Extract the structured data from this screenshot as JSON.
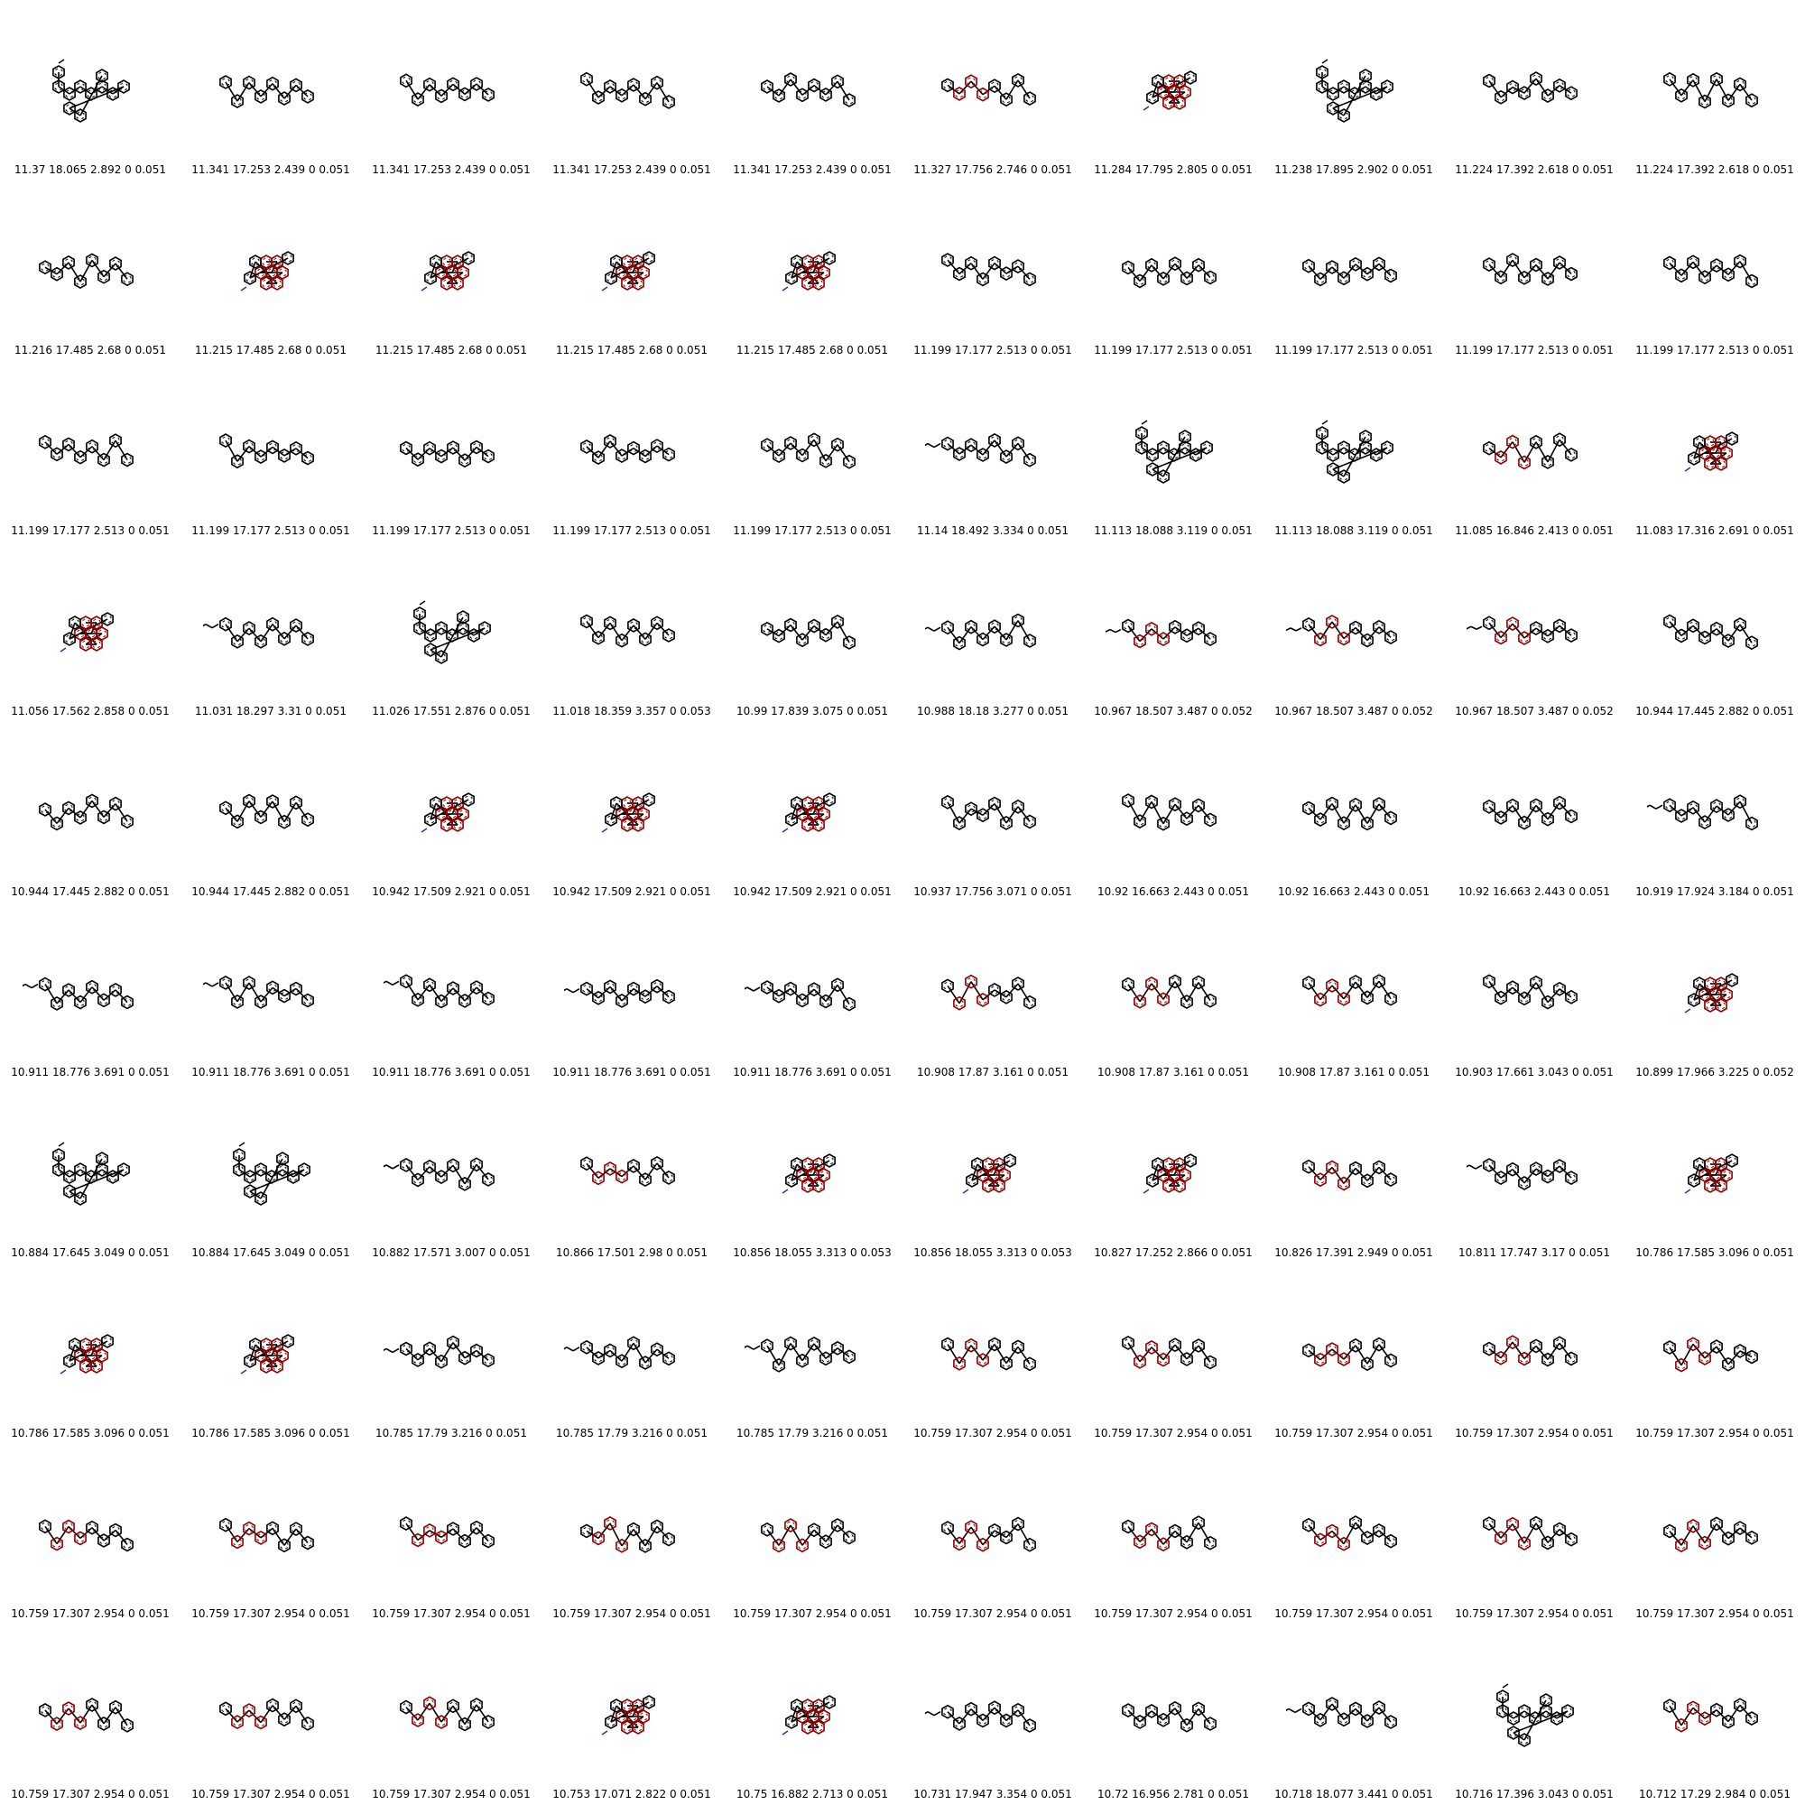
{
  "colors": {
    "bond": "#000000",
    "highlight": "#8b0000",
    "nitrogen": "#1f3fbf",
    "oxygen": "#d62020",
    "sulfur": "#c8c820",
    "fluorine": "#3fbf3f"
  },
  "cells": [
    {
      "label": "11.37 18.065 2.892 0 0.051",
      "shape": "branched"
    },
    {
      "label": "11.341 17.253 2.439 0 0.051",
      "shape": "chain"
    },
    {
      "label": "11.341 17.253 2.439 0 0.051",
      "shape": "chain"
    },
    {
      "label": "11.341 17.253 2.439 0 0.051",
      "shape": "chain"
    },
    {
      "label": "11.341 17.253 2.439 0 0.051",
      "shape": "chain"
    },
    {
      "label": "11.327 17.756 2.746 0 0.051",
      "shape": "highlight-chain"
    },
    {
      "label": "11.284 17.795 2.805 0 0.051",
      "shape": "highlight-compact"
    },
    {
      "label": "11.238 17.895 2.902 0 0.051",
      "shape": "branched"
    },
    {
      "label": "11.224 17.392 2.618 0 0.051",
      "shape": "chain"
    },
    {
      "label": "11.224 17.392 2.618 0 0.051",
      "shape": "chain"
    },
    {
      "label": "11.216 17.485 2.68 0 0.051",
      "shape": "chain"
    },
    {
      "label": "11.215 17.485 2.68 0 0.051",
      "shape": "highlight-compact"
    },
    {
      "label": "11.215 17.485 2.68 0 0.051",
      "shape": "highlight-compact"
    },
    {
      "label": "11.215 17.485 2.68 0 0.051",
      "shape": "highlight-compact"
    },
    {
      "label": "11.215 17.485 2.68 0 0.051",
      "shape": "highlight-compact"
    },
    {
      "label": "11.199 17.177 2.513 0 0.051",
      "shape": "chain"
    },
    {
      "label": "11.199 17.177 2.513 0 0.051",
      "shape": "chain"
    },
    {
      "label": "11.199 17.177 2.513 0 0.051",
      "shape": "chain"
    },
    {
      "label": "11.199 17.177 2.513 0 0.051",
      "shape": "chain"
    },
    {
      "label": "11.199 17.177 2.513 0 0.051",
      "shape": "chain"
    },
    {
      "label": "11.199 17.177 2.513 0 0.051",
      "shape": "chain"
    },
    {
      "label": "11.199 17.177 2.513 0 0.051",
      "shape": "chain"
    },
    {
      "label": "11.199 17.177 2.513 0 0.051",
      "shape": "chain"
    },
    {
      "label": "11.199 17.177 2.513 0 0.051",
      "shape": "chain"
    },
    {
      "label": "11.199 17.177 2.513 0 0.051",
      "shape": "chain"
    },
    {
      "label": "11.14 18.492 3.334 0 0.051",
      "shape": "tail-chain"
    },
    {
      "label": "11.113 18.088 3.119 0 0.051",
      "shape": "branched"
    },
    {
      "label": "11.113 18.088 3.119 0 0.051",
      "shape": "branched"
    },
    {
      "label": "11.085 16.846 2.413 0 0.051",
      "shape": "highlight-chain"
    },
    {
      "label": "11.083 17.316 2.691 0 0.051",
      "shape": "highlight-compact"
    },
    {
      "label": "11.056 17.562 2.858 0 0.051",
      "shape": "highlight-compact"
    },
    {
      "label": "11.031 18.297 3.31 0 0.051",
      "shape": "tail-chain"
    },
    {
      "label": "11.026 17.551 2.876 0 0.051",
      "shape": "branched"
    },
    {
      "label": "11.018 18.359 3.357 0 0.053",
      "shape": "chain"
    },
    {
      "label": "10.99 17.839 3.075 0 0.051",
      "shape": "chain"
    },
    {
      "label": "10.988 18.18 3.277 0 0.051",
      "shape": "tail-chain"
    },
    {
      "label": "10.967 18.507 3.487 0 0.052",
      "shape": "zigzag-highlight"
    },
    {
      "label": "10.967 18.507 3.487 0 0.052",
      "shape": "zigzag-highlight"
    },
    {
      "label": "10.967 18.507 3.487 0 0.052",
      "shape": "zigzag-highlight"
    },
    {
      "label": "10.944 17.445 2.882 0 0.051",
      "shape": "chain"
    },
    {
      "label": "10.944 17.445 2.882 0 0.051",
      "shape": "chain"
    },
    {
      "label": "10.944 17.445 2.882 0 0.051",
      "shape": "chain"
    },
    {
      "label": "10.942 17.509 2.921 0 0.051",
      "shape": "highlight-compact"
    },
    {
      "label": "10.942 17.509 2.921 0 0.051",
      "shape": "highlight-compact"
    },
    {
      "label": "10.942 17.509 2.921 0 0.051",
      "shape": "highlight-compact"
    },
    {
      "label": "10.937 17.756 3.071 0 0.051",
      "shape": "chain"
    },
    {
      "label": "10.92 16.663 2.443 0 0.051",
      "shape": "chain"
    },
    {
      "label": "10.92 16.663 2.443 0 0.051",
      "shape": "chain"
    },
    {
      "label": "10.92 16.663 2.443 0 0.051",
      "shape": "chain"
    },
    {
      "label": "10.919 17.924 3.184 0 0.051",
      "shape": "tail-chain"
    },
    {
      "label": "10.911 18.776 3.691 0 0.051",
      "shape": "tail-chain"
    },
    {
      "label": "10.911 18.776 3.691 0 0.051",
      "shape": "tail-chain"
    },
    {
      "label": "10.911 18.776 3.691 0 0.051",
      "shape": "tail-chain"
    },
    {
      "label": "10.911 18.776 3.691 0 0.051",
      "shape": "tail-chain"
    },
    {
      "label": "10.911 18.776 3.691 0 0.051",
      "shape": "tail-chain"
    },
    {
      "label": "10.908 17.87 3.161 0 0.051",
      "shape": "highlight-chain"
    },
    {
      "label": "10.908 17.87 3.161 0 0.051",
      "shape": "highlight-chain"
    },
    {
      "label": "10.908 17.87 3.161 0 0.051",
      "shape": "highlight-chain"
    },
    {
      "label": "10.903 17.661 3.043 0 0.051",
      "shape": "chain"
    },
    {
      "label": "10.899 17.966 3.225 0 0.052",
      "shape": "highlight-compact"
    },
    {
      "label": "10.884 17.645 3.049 0 0.051",
      "shape": "branched"
    },
    {
      "label": "10.884 17.645 3.049 0 0.051",
      "shape": "branched"
    },
    {
      "label": "10.882 17.571 3.007 0 0.051",
      "shape": "tail-chain"
    },
    {
      "label": "10.866 17.501 2.98 0 0.051",
      "shape": "highlight-chain"
    },
    {
      "label": "10.856 18.055 3.313 0 0.053",
      "shape": "highlight-compact"
    },
    {
      "label": "10.856 18.055 3.313 0 0.053",
      "shape": "highlight-compact"
    },
    {
      "label": "10.827 17.252 2.866 0 0.051",
      "shape": "highlight-compact"
    },
    {
      "label": "10.826 17.391 2.949 0 0.051",
      "shape": "highlight-chain"
    },
    {
      "label": "10.811 17.747 3.17 0 0.051",
      "shape": "tail-chain"
    },
    {
      "label": "10.786 17.585 3.096 0 0.051",
      "shape": "highlight-compact"
    },
    {
      "label": "10.786 17.585 3.096 0 0.051",
      "shape": "highlight-compact"
    },
    {
      "label": "10.786 17.585 3.096 0 0.051",
      "shape": "highlight-compact"
    },
    {
      "label": "10.785 17.79 3.216 0 0.051",
      "shape": "tail-chain"
    },
    {
      "label": "10.785 17.79 3.216 0 0.051",
      "shape": "tail-chain"
    },
    {
      "label": "10.785 17.79 3.216 0 0.051",
      "shape": "tail-chain"
    },
    {
      "label": "10.759 17.307 2.954 0 0.051",
      "shape": "highlight-chain"
    },
    {
      "label": "10.759 17.307 2.954 0 0.051",
      "shape": "highlight-chain"
    },
    {
      "label": "10.759 17.307 2.954 0 0.051",
      "shape": "highlight-chain"
    },
    {
      "label": "10.759 17.307 2.954 0 0.051",
      "shape": "highlight-chain"
    },
    {
      "label": "10.759 17.307 2.954 0 0.051",
      "shape": "highlight-chain"
    },
    {
      "label": "10.759 17.307 2.954 0 0.051",
      "shape": "highlight-chain"
    },
    {
      "label": "10.759 17.307 2.954 0 0.051",
      "shape": "highlight-chain"
    },
    {
      "label": "10.759 17.307 2.954 0 0.051",
      "shape": "highlight-chain"
    },
    {
      "label": "10.759 17.307 2.954 0 0.051",
      "shape": "highlight-chain"
    },
    {
      "label": "10.759 17.307 2.954 0 0.051",
      "shape": "highlight-chain"
    },
    {
      "label": "10.759 17.307 2.954 0 0.051",
      "shape": "highlight-chain"
    },
    {
      "label": "10.759 17.307 2.954 0 0.051",
      "shape": "highlight-chain"
    },
    {
      "label": "10.759 17.307 2.954 0 0.051",
      "shape": "highlight-chain"
    },
    {
      "label": "10.759 17.307 2.954 0 0.051",
      "shape": "highlight-chain"
    },
    {
      "label": "10.759 17.307 2.954 0 0.051",
      "shape": "highlight-chain"
    },
    {
      "label": "10.759 17.307 2.954 0 0.051",
      "shape": "highlight-chain"
    },
    {
      "label": "10.759 17.307 2.954 0 0.051",
      "shape": "highlight-chain"
    },
    {
      "label": "10.759 17.307 2.954 0 0.051",
      "shape": "highlight-chain"
    },
    {
      "label": "10.753 17.071 2.822 0 0.051",
      "shape": "highlight-compact"
    },
    {
      "label": "10.75 16.882 2.713 0 0.051",
      "shape": "highlight-compact"
    },
    {
      "label": "10.731 17.947 3.354 0 0.051",
      "shape": "tail-chain"
    },
    {
      "label": "10.72 16.956 2.781 0 0.051",
      "shape": "chain"
    },
    {
      "label": "10.718 18.077 3.441 0 0.051",
      "shape": "tail-chain"
    },
    {
      "label": "10.716 17.396 3.043 0 0.051",
      "shape": "branched"
    },
    {
      "label": "10.712 17.29 2.984 0 0.051",
      "shape": "highlight-chain"
    }
  ]
}
